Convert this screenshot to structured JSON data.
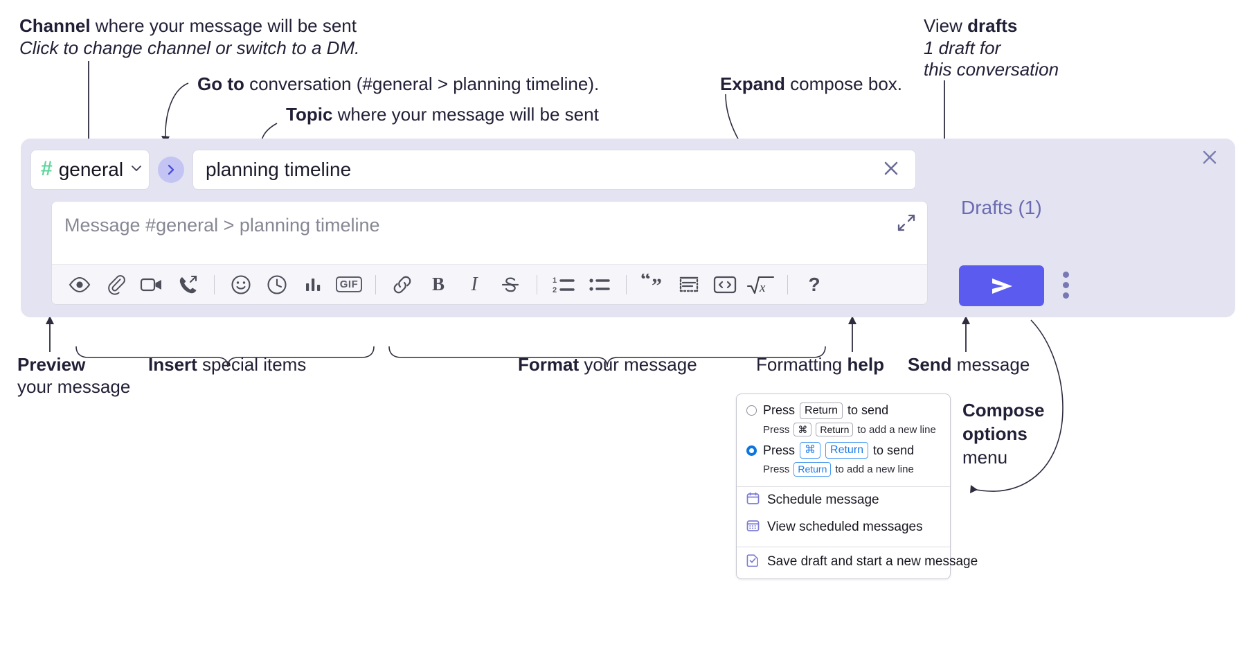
{
  "annotations": {
    "channel": {
      "strong": "Channel",
      "rest": " where your message will be sent",
      "sub": "Click to change channel or switch to a DM."
    },
    "goto": {
      "strong": "Go to",
      "rest": " conversation (#general > planning timeline)."
    },
    "topic": {
      "strong": "Topic",
      "rest": " where your message will be sent"
    },
    "expand": {
      "strong": "Expand",
      "rest": " compose box."
    },
    "drafts": {
      "lead": "View ",
      "strong": "drafts",
      "sub1": "1 draft for",
      "sub2": "this conversation"
    },
    "preview": {
      "strong": "Preview",
      "sub": "your message"
    },
    "insert": {
      "strong": "Insert",
      "rest": " special items"
    },
    "format": {
      "strong": "Format",
      "rest": " your message"
    },
    "formatting_help": {
      "lead": "Formatting ",
      "strong": "help"
    },
    "send": {
      "strong": "Send",
      "rest": " message"
    },
    "compose_options": {
      "line1": "Compose",
      "line2": "options",
      "line3": "menu"
    }
  },
  "composer": {
    "channel_button": {
      "hash": "#",
      "name": "general"
    },
    "goto_button_label": "go-to-conversation",
    "topic_value": "planning timeline",
    "message_placeholder": "Message #general > planning timeline",
    "drafts_label": "Drafts (1)",
    "toolbar_groups": [
      {
        "name": "preview",
        "items": [
          {
            "name": "preview-eye-icon",
            "label": "Preview"
          }
        ]
      },
      {
        "name": "insert",
        "items": [
          {
            "name": "attachment-paperclip-icon",
            "label": "Attach file"
          },
          {
            "name": "video-camera-icon",
            "label": "Record video clip"
          },
          {
            "name": "audio-call-icon",
            "label": "Record audio clip"
          },
          {
            "name": "emoji-smiley-icon",
            "label": "Emoji"
          },
          {
            "name": "clock-icon",
            "label": "Reminder"
          },
          {
            "name": "poll-bar-chart-icon",
            "label": "Poll"
          },
          {
            "name": "gif-icon",
            "label": "GIF"
          }
        ]
      },
      {
        "name": "format",
        "items": [
          {
            "name": "link-icon",
            "label": "Link"
          },
          {
            "name": "bold-icon",
            "label": "Bold"
          },
          {
            "name": "italic-icon",
            "label": "Italic"
          },
          {
            "name": "strikethrough-icon",
            "label": "Strikethrough"
          },
          {
            "name": "ordered-list-icon",
            "label": "Ordered list"
          },
          {
            "name": "bulleted-list-icon",
            "label": "Bulleted list"
          },
          {
            "name": "blockquote-icon",
            "label": "Blockquote"
          },
          {
            "name": "code-block-icon",
            "label": "Code block"
          },
          {
            "name": "code-icon",
            "label": "Code"
          },
          {
            "name": "math-icon",
            "label": "Math"
          }
        ]
      },
      {
        "name": "help",
        "items": [
          {
            "name": "formatting-help-icon",
            "label": "?"
          }
        ]
      }
    ],
    "gif_label": "GIF",
    "bold_label": "B",
    "italic_label": "I",
    "help_label": "?",
    "ordered_list_digits": [
      "1",
      "2"
    ]
  },
  "menu": {
    "options": [
      {
        "selected": false,
        "main_prefix": "Press",
        "main_keys": [
          "Return"
        ],
        "main_suffix": "to send",
        "sub_prefix": "Press",
        "sub_keys": [
          "⌘",
          "Return"
        ],
        "sub_suffix": "to add a new line"
      },
      {
        "selected": true,
        "main_prefix": "Press",
        "main_keys": [
          "⌘",
          "Return"
        ],
        "main_suffix": "to send",
        "sub_prefix": "Press",
        "sub_keys": [
          "Return"
        ],
        "sub_suffix": "to add a new line"
      }
    ],
    "items": [
      {
        "icon": "calendar-schedule-icon",
        "label": "Schedule message"
      },
      {
        "icon": "calendar-grid-icon",
        "label": "View scheduled messages"
      },
      {
        "icon": "save-draft-icon",
        "label": "Save draft and start a new message"
      }
    ]
  },
  "colors": {
    "panel_bg": "#e3e3f1",
    "accent_send": "#5b5bf0",
    "hash_green": "#5ed79b",
    "drafts_text": "#6a6ab0",
    "radio_blue": "#0b76e0",
    "menu_icon_purple": "#7b7bd6"
  }
}
